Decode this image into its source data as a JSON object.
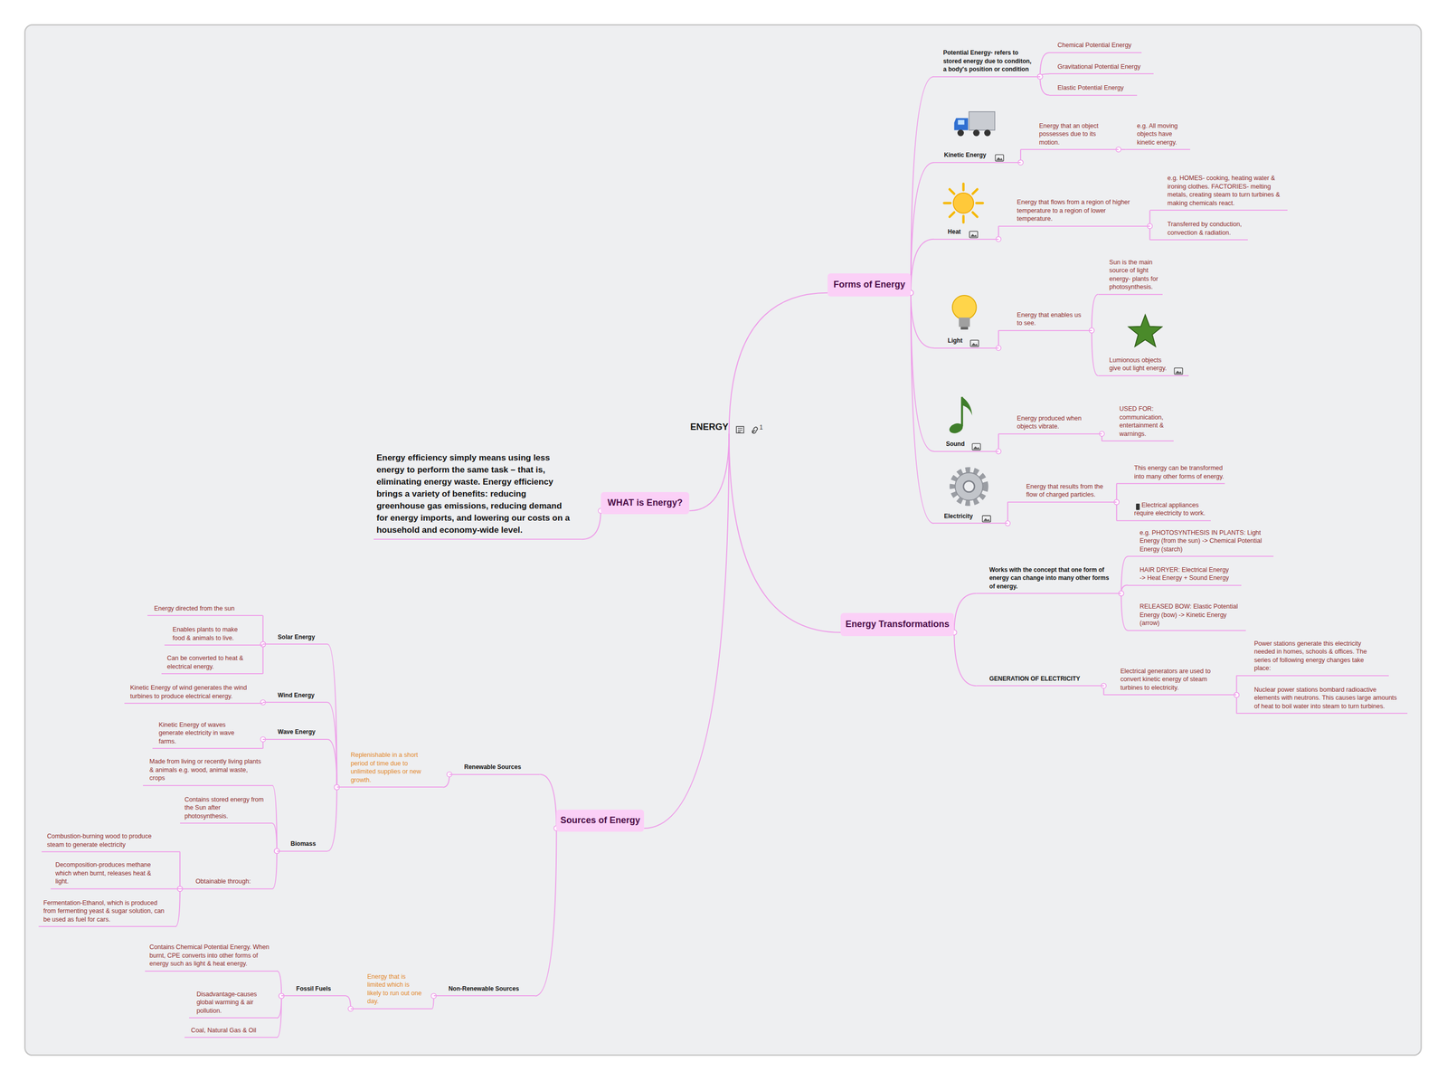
{
  "diagram": {
    "nodes": [
      {
        "text": [
          "ENERGY"
        ]
      },
      {
        "text": [
          "WHAT is Energy?"
        ]
      },
      {
        "text": [
          "Energy efficiency simply means using less energy to perform the same task – that is, eliminating energy waste. Energy efficiency brings a variety of benefits: reducing greenhouse gas emissions, reducing demand for energy imports, and lowering our costs on a household and economy-wide level."
        ]
      },
      {
        "text": [
          "Forms of Energy"
        ]
      },
      {
        "text": [
          "Potential Energy- refers to stored energy due to conditon, a body's position or condition"
        ]
      },
      {
        "text": [
          "Chemical Potential Energy"
        ]
      },
      {
        "text": [
          "Gravitational Potential Energy"
        ]
      },
      {
        "text": [
          "Elastic Potential Energy"
        ]
      },
      {
        "text": [
          "Kinetic Energy"
        ]
      },
      {
        "text": [
          "Energy that an object possesses due to its motion."
        ]
      },
      {
        "text": [
          "e.g. All moving objects have kinetic energy."
        ]
      },
      {
        "text": [
          "Heat"
        ]
      },
      {
        "text": [
          "Energy that flows from a region of higher temperature to a region of lower temperature."
        ]
      },
      {
        "text": [
          "e.g. HOMES- cooking, heating water & ironing clothes. FACTORIES- melting metals, creating steam to turn turbines & making chemicals react."
        ]
      },
      {
        "text": [
          "Transferred by conduction, convection & radiation."
        ]
      },
      {
        "text": [
          "Light"
        ]
      },
      {
        "text": [
          "Energy that enables us to see."
        ]
      },
      {
        "text": [
          "Sun is the main source of light energy- plants for photosynthesis."
        ]
      },
      {
        "text": [
          "Lumionous objects give out light energy."
        ]
      },
      {
        "text": [
          "Sound"
        ]
      },
      {
        "text": [
          "Energy produced when objects vibrate."
        ]
      },
      {
        "text": [
          "USED FOR: communication, entertainment & warnings."
        ]
      },
      {
        "text": [
          "Electricity"
        ]
      },
      {
        "text": [
          "Energy that results from the flow of charged particles."
        ]
      },
      {
        "text": [
          "This energy can be transformed into many other forms of energy."
        ]
      },
      {
        "text": [
          "Electrical appliances require electricity to work."
        ]
      },
      {
        "text": [
          "Energy Transformations"
        ]
      },
      {
        "text": [
          "Works with the concept that one form of energy can change into many other forms of energy."
        ]
      },
      {
        "text": [
          "e.g. PHOTOSYNTHESIS IN PLANTS: Light Energy (from the sun) -> Chemical Potential Energy (starch)"
        ]
      },
      {
        "text": [
          "HAIR DRYER: Electrical Energy -> Heat Energy + Sound Energy"
        ]
      },
      {
        "text": [
          "RELEASED BOW: Elastic Potential Energy (bow) -> Kinetic Energy (arrow)"
        ]
      },
      {
        "text": [
          "GENERATION OF ELECTRICITY"
        ]
      },
      {
        "text": [
          "Electrical generators are used to convert kinetic energy of steam turbines to electricity."
        ]
      },
      {
        "text": [
          "Power stations generate this electricity needed in homes, schools & offices. The series of following energy changes take place:"
        ]
      },
      {
        "text": [
          "Nuclear power stations bombard radioactive elements with neutrons. This causes large amounts of heat to boil water into steam to turn turbines."
        ]
      },
      {
        "text": [
          "Sources of Energy"
        ]
      },
      {
        "text": [
          "Renewable Sources"
        ]
      },
      {
        "text": [
          "Replenishable in a short period of time due to unlimited supplies or new growth."
        ]
      },
      {
        "text": [
          "Solar Energy"
        ]
      },
      {
        "text": [
          "Energy directed from the sun"
        ]
      },
      {
        "text": [
          "Enables plants to make food & animals to live."
        ]
      },
      {
        "text": [
          "Can be converted to heat & electrical energy."
        ]
      },
      {
        "text": [
          "Wind Energy"
        ]
      },
      {
        "text": [
          "Kinetic Energy of wind generates the wind turbines to produce electrical energy."
        ]
      },
      {
        "text": [
          "Wave Energy"
        ]
      },
      {
        "text": [
          "Kinetic Energy of waves generate electricity in wave farms."
        ]
      },
      {
        "text": [
          "Biomass"
        ]
      },
      {
        "text": [
          "Made from living or recently living plants & animals e.g. wood, animal waste, crops"
        ]
      },
      {
        "text": [
          "Contains stored energy from the Sun after photosynthesis."
        ]
      },
      {
        "text": [
          "Obtainable through:"
        ]
      },
      {
        "text": [
          "Combustion-burning wood to produce steam to generate electricity"
        ]
      },
      {
        "text": [
          "Decomposition-produces methane which when burnt, releases heat & light."
        ]
      },
      {
        "text": [
          "Fermentation-Ethanol, which is produced from fermenting yeast & sugar solution, can be used as fuel for cars."
        ]
      },
      {
        "text": [
          "Non-Renewable Sources"
        ]
      },
      {
        "text": [
          "Energy that is limited which is likely to run out one day."
        ]
      },
      {
        "text": [
          "Fossil Fuels"
        ]
      },
      {
        "text": [
          "Contains Chemical Potential Energy. When burnt, CPE converts into other forms of energy such as light & heat energy."
        ]
      },
      {
        "text": [
          "Disadvantage-causes global warming & air pollution."
        ]
      },
      {
        "text": [
          "Coal, Natural Gas & Oil"
        ]
      }
    ],
    "edges": [
      {
        "from": 0,
        "to": 1,
        "arrow": "none"
      },
      {
        "from": 1,
        "to": 2,
        "arrow": "none"
      },
      {
        "from": 0,
        "to": 3,
        "arrow": "none"
      },
      {
        "from": 3,
        "to": 4,
        "arrow": "none"
      },
      {
        "from": 4,
        "to": 5,
        "arrow": "none"
      },
      {
        "from": 4,
        "to": 6,
        "arrow": "none"
      },
      {
        "from": 4,
        "to": 7,
        "arrow": "none"
      },
      {
        "from": 3,
        "to": 8,
        "arrow": "none"
      },
      {
        "from": 8,
        "to": 9,
        "arrow": "none"
      },
      {
        "from": 9,
        "to": 10,
        "arrow": "none"
      },
      {
        "from": 3,
        "to": 11,
        "arrow": "none"
      },
      {
        "from": 11,
        "to": 12,
        "arrow": "none"
      },
      {
        "from": 12,
        "to": 13,
        "arrow": "none"
      },
      {
        "from": 12,
        "to": 14,
        "arrow": "none"
      },
      {
        "from": 3,
        "to": 15,
        "arrow": "none"
      },
      {
        "from": 15,
        "to": 16,
        "arrow": "none"
      },
      {
        "from": 16,
        "to": 17,
        "arrow": "none"
      },
      {
        "from": 16,
        "to": 18,
        "arrow": "none"
      },
      {
        "from": 3,
        "to": 19,
        "arrow": "none"
      },
      {
        "from": 19,
        "to": 20,
        "arrow": "none"
      },
      {
        "from": 20,
        "to": 21,
        "arrow": "none"
      },
      {
        "from": 3,
        "to": 22,
        "arrow": "none"
      },
      {
        "from": 22,
        "to": 23,
        "arrow": "none"
      },
      {
        "from": 23,
        "to": 24,
        "arrow": "none"
      },
      {
        "from": 23,
        "to": 25,
        "arrow": "none"
      },
      {
        "from": 0,
        "to": 26,
        "arrow": "none"
      },
      {
        "from": 26,
        "to": 27,
        "arrow": "none"
      },
      {
        "from": 27,
        "to": 28,
        "arrow": "none"
      },
      {
        "from": 27,
        "to": 29,
        "arrow": "none"
      },
      {
        "from": 27,
        "to": 30,
        "arrow": "none"
      },
      {
        "from": 26,
        "to": 31,
        "arrow": "none"
      },
      {
        "from": 31,
        "to": 32,
        "arrow": "none"
      },
      {
        "from": 32,
        "to": 33,
        "arrow": "none"
      },
      {
        "from": 32,
        "to": 34,
        "arrow": "none"
      },
      {
        "from": 0,
        "to": 35,
        "arrow": "none"
      },
      {
        "from": 35,
        "to": 36,
        "arrow": "none"
      },
      {
        "from": 36,
        "to": 37,
        "arrow": "none"
      },
      {
        "from": 37,
        "to": 38,
        "arrow": "none"
      },
      {
        "from": 38,
        "to": 39,
        "arrow": "none"
      },
      {
        "from": 38,
        "to": 40,
        "arrow": "none"
      },
      {
        "from": 38,
        "to": 41,
        "arrow": "none"
      },
      {
        "from": 37,
        "to": 42,
        "arrow": "none"
      },
      {
        "from": 42,
        "to": 43,
        "arrow": "none"
      },
      {
        "from": 37,
        "to": 44,
        "arrow": "none"
      },
      {
        "from": 44,
        "to": 45,
        "arrow": "none"
      },
      {
        "from": 37,
        "to": 46,
        "arrow": "none"
      },
      {
        "from": 46,
        "to": 47,
        "arrow": "none"
      },
      {
        "from": 46,
        "to": 48,
        "arrow": "none"
      },
      {
        "from": 46,
        "to": 49,
        "arrow": "none"
      },
      {
        "from": 49,
        "to": 50,
        "arrow": "none"
      },
      {
        "from": 49,
        "to": 51,
        "arrow": "none"
      },
      {
        "from": 49,
        "to": 52,
        "arrow": "none"
      },
      {
        "from": 35,
        "to": 53,
        "arrow": "none"
      },
      {
        "from": 53,
        "to": 54,
        "arrow": "none"
      },
      {
        "from": 54,
        "to": 55,
        "arrow": "none"
      },
      {
        "from": 55,
        "to": 56,
        "arrow": "none"
      },
      {
        "from": 55,
        "to": 57,
        "arrow": "none"
      },
      {
        "from": 55,
        "to": 58,
        "arrow": "none"
      }
    ],
    "labels": [
      "1"
    ]
  }
}
